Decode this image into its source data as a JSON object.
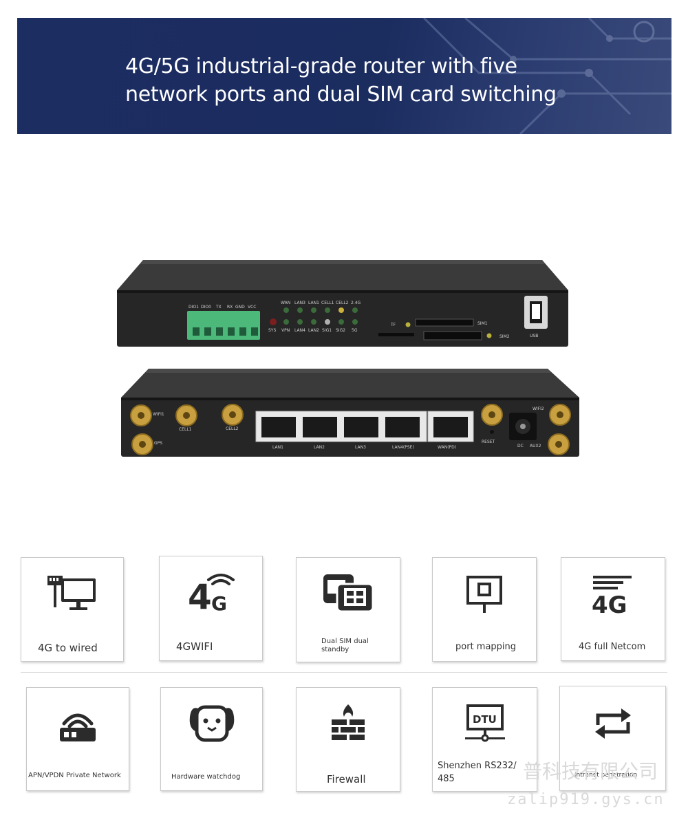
{
  "banner": {
    "title_line1": "4G/5G industrial-grade router with five",
    "title_line2": "network ports and dual SIM card switching"
  },
  "front_panel": {
    "terminal_labels": [
      "DIO1",
      "DIO0",
      "TX",
      "RX",
      "GND",
      "VCC"
    ],
    "led_top_labels": [
      "WAN",
      "LAN3",
      "LAN1",
      "CELL1",
      "CELL2",
      "2.4G"
    ],
    "led_bottom_labels": [
      "SYS",
      "VPN",
      "LAN4",
      "LAN2",
      "SIG1",
      "SIG2",
      "5G"
    ],
    "tf_label": "TF",
    "sim1_label": "SIM1",
    "sim2_label": "SIM2",
    "usb_label": "USB"
  },
  "rear_panel": {
    "antenna_labels": [
      "WIFI1",
      "GPS",
      "CELL1",
      "CELL2",
      "WIFI2",
      "AUX2"
    ],
    "port_labels": [
      "LAN1",
      "LAN2",
      "LAN3",
      "LAN4(PSE)",
      "WAN(PD)"
    ],
    "reset_label": "RESET",
    "dc_label": "DC"
  },
  "features": [
    {
      "label": "4G to wired",
      "icon": "computer-network-icon"
    },
    {
      "label": "4GWIFI",
      "icon": "4g-wifi-icon"
    },
    {
      "label": "Dual SIM dual standby",
      "icon": "sim-cards-icon"
    },
    {
      "label": "port mapping",
      "icon": "port-mapping-icon"
    },
    {
      "label": "4G full Netcom",
      "icon": "4g-signal-icon"
    },
    {
      "label": "APN/VPDN Private Network",
      "icon": "router-wifi-icon"
    },
    {
      "label": "Hardware watchdog",
      "icon": "dog-face-icon"
    },
    {
      "label": "Firewall",
      "icon": "firewall-icon"
    },
    {
      "label": "Shenzhen RS232/ 485",
      "icon": "dtu-icon",
      "icon_text": "DTU"
    },
    {
      "label": "intranet penetration",
      "icon": "transfer-arrows-icon"
    }
  ],
  "watermark": {
    "cn_text": "普科技有限公司",
    "url_text": "zalip919.gys.cn"
  },
  "colors": {
    "banner_bg": "#1c2d62",
    "device_body": "#2b2b2b",
    "terminal_green": "#4cb87a",
    "antenna_gold": "#c8a040"
  }
}
